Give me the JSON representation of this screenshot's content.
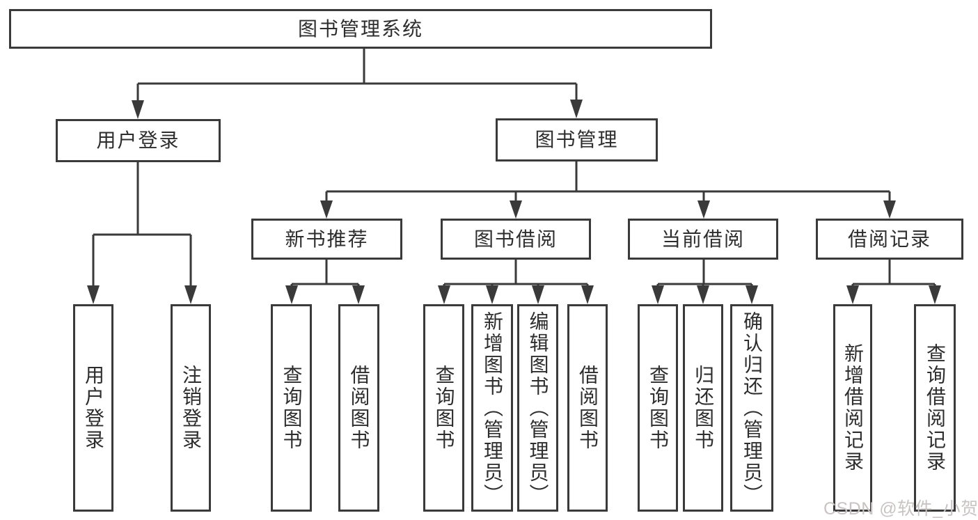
{
  "diagram": {
    "root": {
      "label": "图书管理系统"
    },
    "branches": [
      {
        "label": "用户登录",
        "children": [
          {
            "label": "用户登录"
          },
          {
            "label": "注销登录"
          }
        ]
      },
      {
        "label": "图书管理",
        "children": [
          {
            "label": "新书推荐",
            "children": [
              {
                "label": "查询图书"
              },
              {
                "label": "借阅图书"
              }
            ]
          },
          {
            "label": "图书借阅",
            "children": [
              {
                "label": "查询图书"
              },
              {
                "label": "新增图书（管理员）"
              },
              {
                "label": "编辑图书（管理员）"
              },
              {
                "label": "借阅图书"
              }
            ]
          },
          {
            "label": "当前借阅",
            "children": [
              {
                "label": "查询图书"
              },
              {
                "label": "归还图书"
              },
              {
                "label": "确认归还（管理员）"
              }
            ]
          },
          {
            "label": "借阅记录",
            "children": [
              {
                "label": "新增借阅记录"
              },
              {
                "label": "查询借阅记录"
              }
            ]
          }
        ]
      }
    ]
  },
  "watermark": {
    "text": "CSDN @软件_小贺同学"
  },
  "colors": {
    "line": "#3a3a3a",
    "box_border": "#3a3a3a",
    "box_fill": "#ffffff",
    "text": "#2d2d2d",
    "background": "#ffffff",
    "watermark_text": "#c9c3c3"
  }
}
